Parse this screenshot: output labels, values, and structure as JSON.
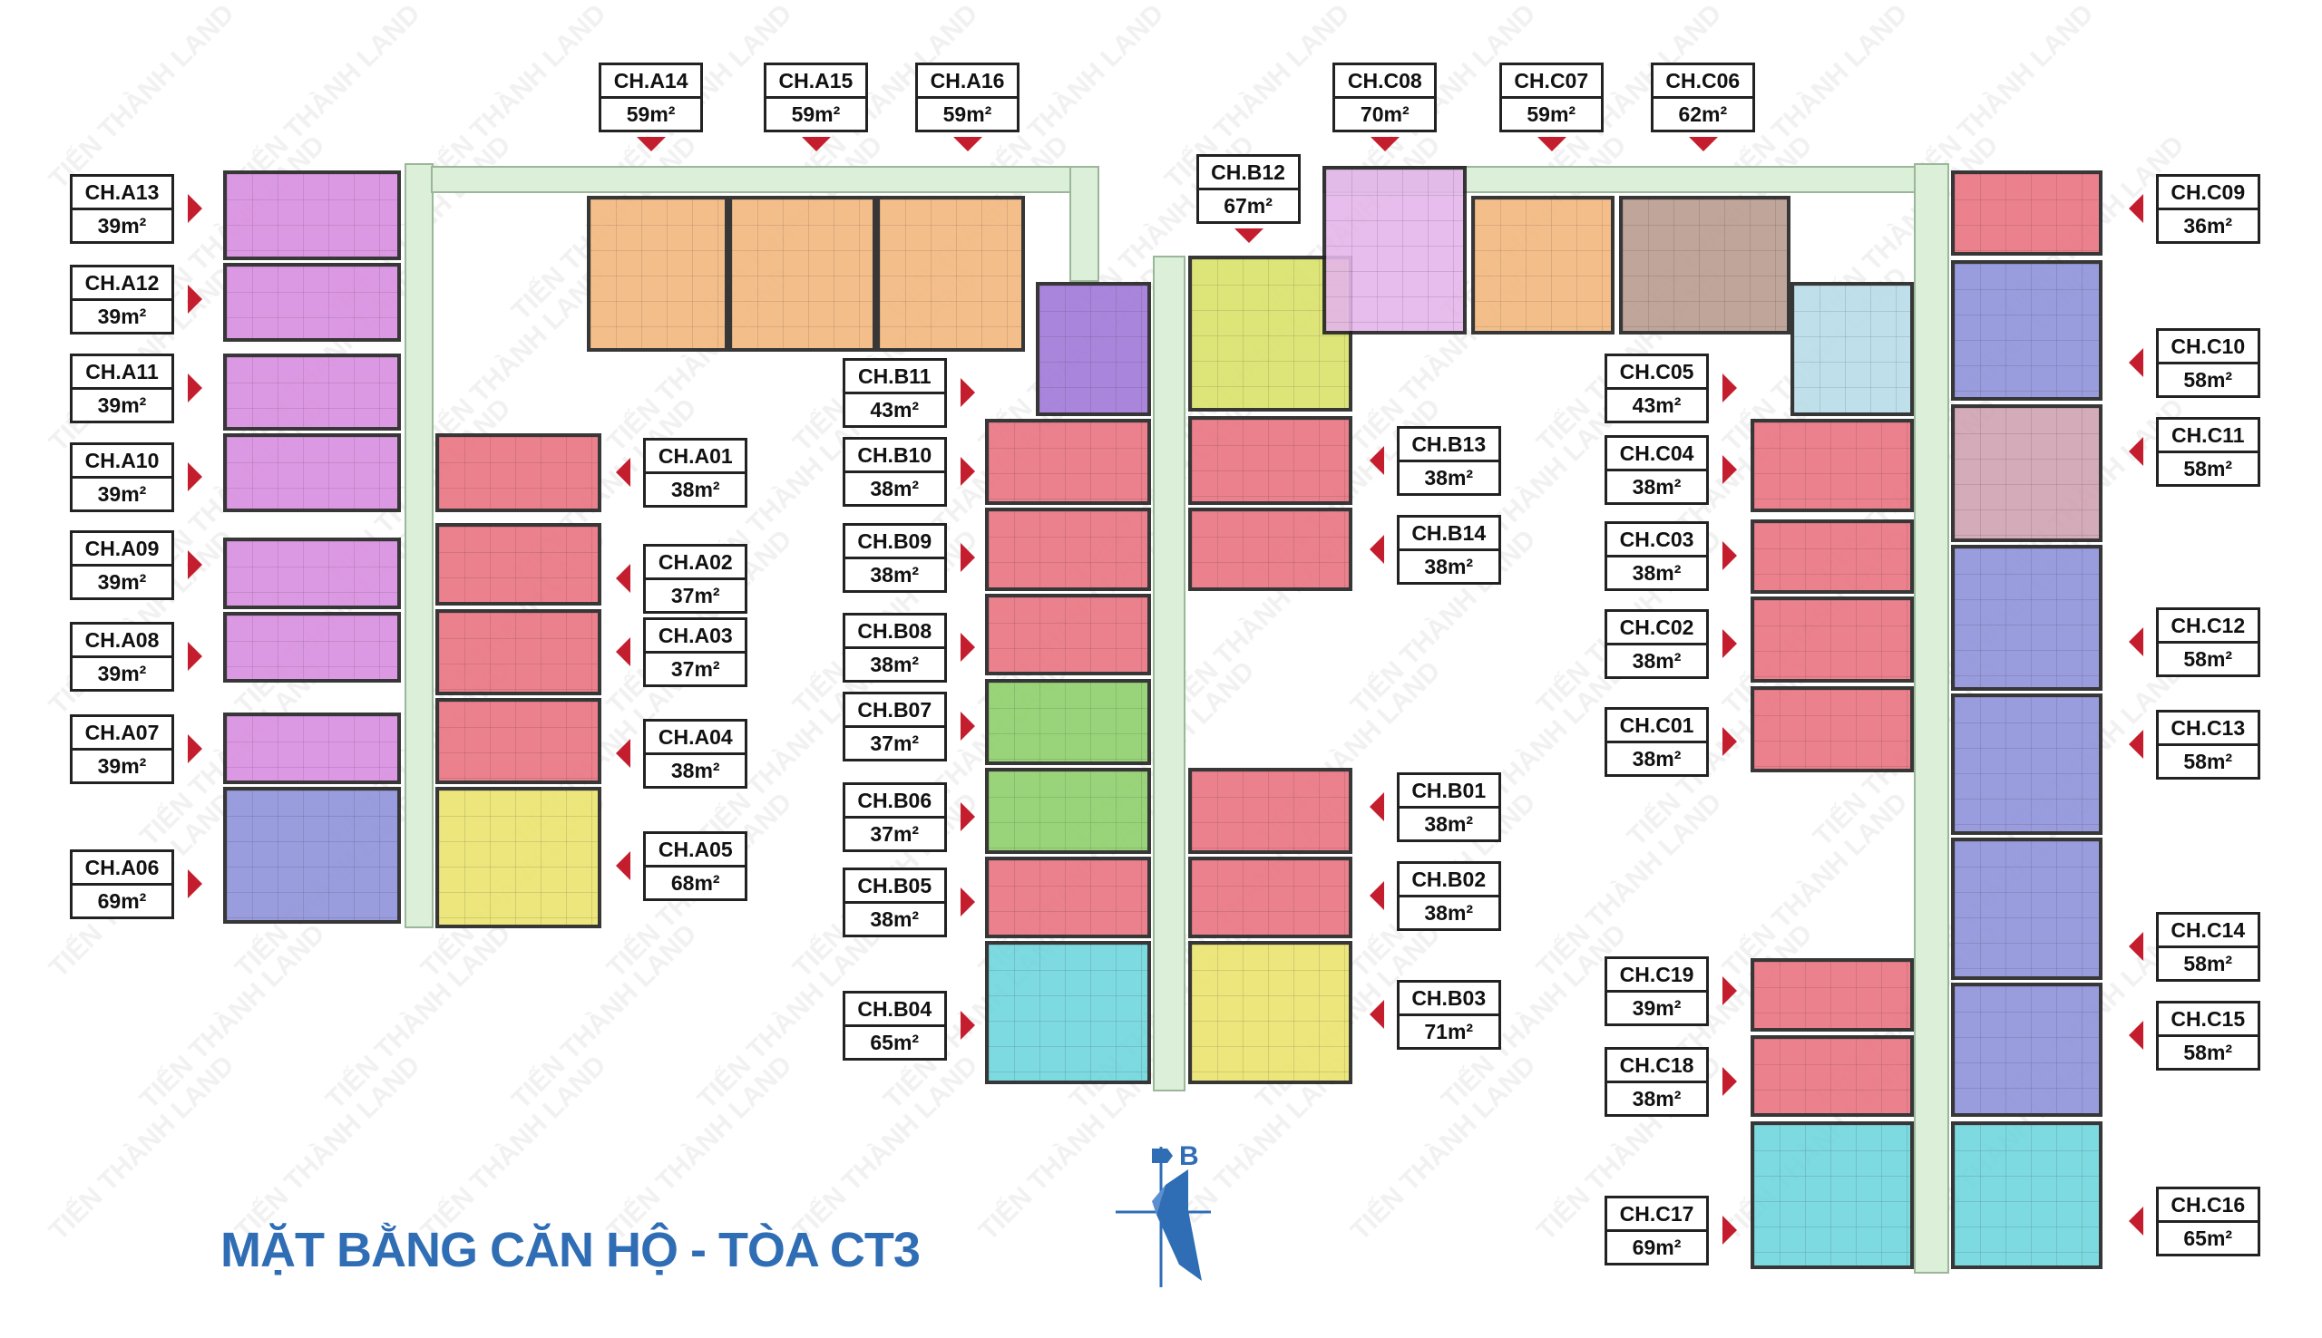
{
  "title": "MẶT BẰNG CĂN HỘ - TÒA CT3",
  "watermark": "TIẾN THÀNH LAND",
  "compass_label": "B",
  "colors": {
    "arrow": "#c41e2e",
    "title": "#2f6db5",
    "corridor": "#dcefd8"
  },
  "apartments": [
    {
      "code": "CH.A13",
      "area": "39m²",
      "color": "#d98fe0"
    },
    {
      "code": "CH.A12",
      "area": "39m²",
      "color": "#d98fe0"
    },
    {
      "code": "CH.A11",
      "area": "39m²",
      "color": "#d98fe0"
    },
    {
      "code": "CH.A10",
      "area": "39m²",
      "color": "#d98fe0"
    },
    {
      "code": "CH.A09",
      "area": "39m²",
      "color": "#d98fe0"
    },
    {
      "code": "CH.A08",
      "area": "39m²",
      "color": "#d98fe0"
    },
    {
      "code": "CH.A07",
      "area": "39m²",
      "color": "#d98fe0"
    },
    {
      "code": "CH.A06",
      "area": "69m²",
      "color": "#8f92da"
    },
    {
      "code": "CH.A14",
      "area": "59m²",
      "color": "#f3b87e"
    },
    {
      "code": "CH.A15",
      "area": "59m²",
      "color": "#f3b87e"
    },
    {
      "code": "CH.A16",
      "area": "59m²",
      "color": "#f3b87e"
    },
    {
      "code": "CH.A01",
      "area": "38m²",
      "color": "#ea7482"
    },
    {
      "code": "CH.A02",
      "area": "37m²",
      "color": "#ea7482"
    },
    {
      "code": "CH.A03",
      "area": "37m²",
      "color": "#ea7482"
    },
    {
      "code": "CH.A04",
      "area": "38m²",
      "color": "#ea7482"
    },
    {
      "code": "CH.A05",
      "area": "68m²",
      "color": "#ebe46e"
    },
    {
      "code": "CH.B12",
      "area": "67m²",
      "color": "#dbe36a"
    },
    {
      "code": "CH.B11",
      "area": "43m²",
      "color": "#a07ad8"
    },
    {
      "code": "CH.B10",
      "area": "38m²",
      "color": "#ea7482"
    },
    {
      "code": "CH.B09",
      "area": "38m²",
      "color": "#ea7482"
    },
    {
      "code": "CH.B08",
      "area": "38m²",
      "color": "#ea7482"
    },
    {
      "code": "CH.B07",
      "area": "37m²",
      "color": "#8fd06c"
    },
    {
      "code": "CH.B06",
      "area": "37m²",
      "color": "#8fd06c"
    },
    {
      "code": "CH.B05",
      "area": "38m²",
      "color": "#ea7482"
    },
    {
      "code": "CH.B04",
      "area": "65m²",
      "color": "#6fd6dd"
    },
    {
      "code": "CH.B13",
      "area": "38m²",
      "color": "#ea7482"
    },
    {
      "code": "CH.B14",
      "area": "38m²",
      "color": "#ea7482"
    },
    {
      "code": "CH.B01",
      "area": "38m²",
      "color": "#ea7482"
    },
    {
      "code": "CH.B02",
      "area": "38m²",
      "color": "#ea7482"
    },
    {
      "code": "CH.B03",
      "area": "71m²",
      "color": "#ebe46e"
    },
    {
      "code": "CH.C08",
      "area": "70m²",
      "color": "#e4b6ea"
    },
    {
      "code": "CH.C07",
      "area": "59m²",
      "color": "#f3b87e"
    },
    {
      "code": "CH.C06",
      "area": "62m²",
      "color": "#b99c90"
    },
    {
      "code": "CH.C05",
      "area": "43m²",
      "color": "#b9dde8"
    },
    {
      "code": "CH.C04",
      "area": "38m²",
      "color": "#ea7482"
    },
    {
      "code": "CH.C03",
      "area": "38m²",
      "color": "#ea7482"
    },
    {
      "code": "CH.C02",
      "area": "38m²",
      "color": "#ea7482"
    },
    {
      "code": "CH.C01",
      "area": "38m²",
      "color": "#ea7482"
    },
    {
      "code": "CH.C19",
      "area": "39m²",
      "color": "#ea7482"
    },
    {
      "code": "CH.C18",
      "area": "38m²",
      "color": "#ea7482"
    },
    {
      "code": "CH.C17",
      "area": "69m²",
      "color": "#6fd6dd"
    },
    {
      "code": "CH.C09",
      "area": "36m²",
      "color": "#ea7482"
    },
    {
      "code": "CH.C10",
      "area": "58m²",
      "color": "#8f92da"
    },
    {
      "code": "CH.C11",
      "area": "58m²",
      "color": "#d0a2b2"
    },
    {
      "code": "CH.C12",
      "area": "58m²",
      "color": "#8f92da"
    },
    {
      "code": "CH.C13",
      "area": "58m²",
      "color": "#8f92da"
    },
    {
      "code": "CH.C14",
      "area": "58m²",
      "color": "#8f92da"
    },
    {
      "code": "CH.C15",
      "area": "58m²",
      "color": "#8f92da"
    },
    {
      "code": "CH.C16",
      "area": "65m²",
      "color": "#6fd6dd"
    }
  ]
}
